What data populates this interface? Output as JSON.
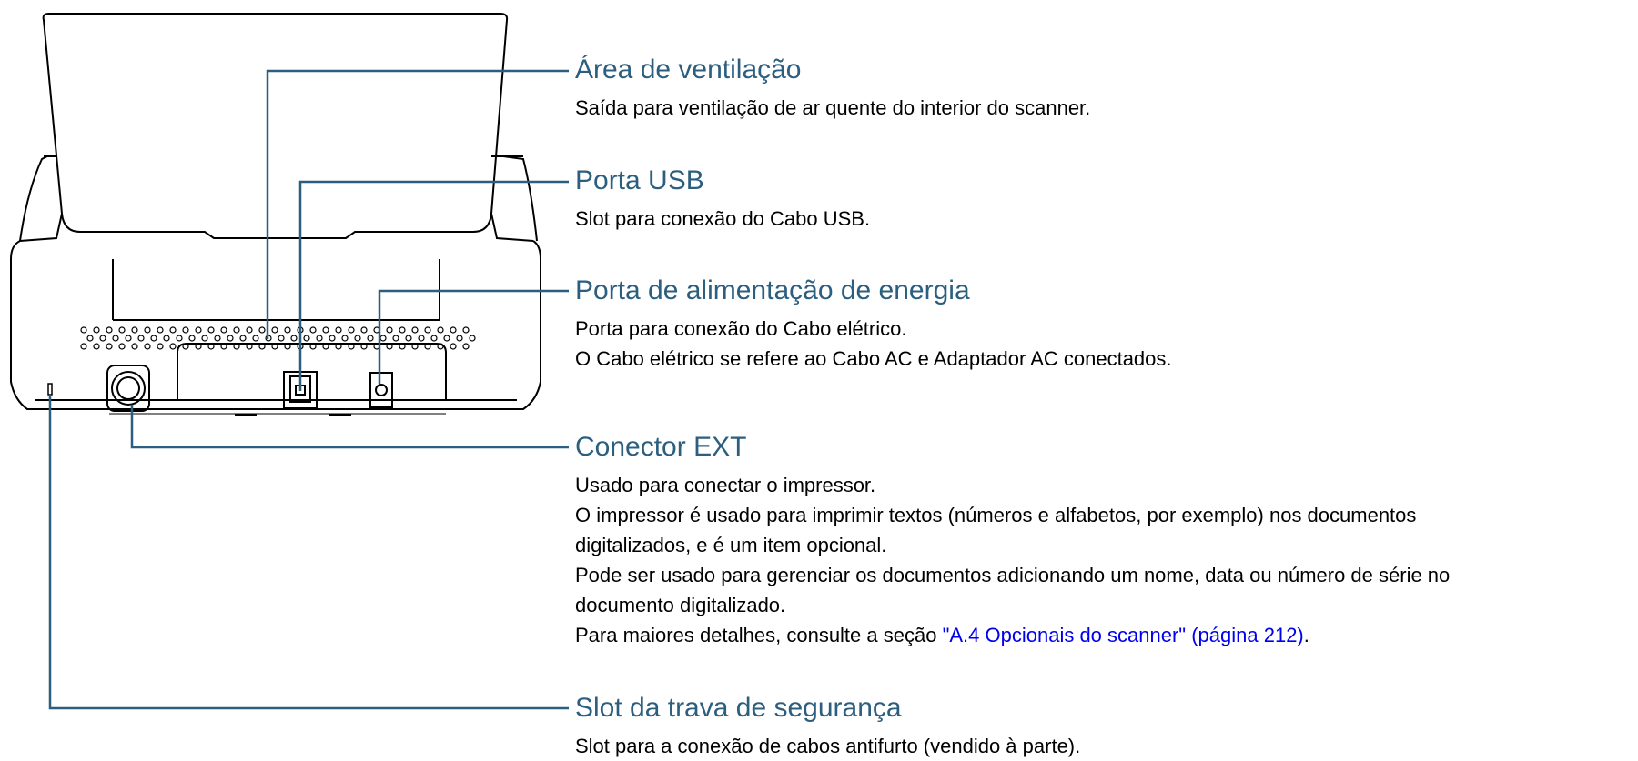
{
  "colors": {
    "title": "#2c5f7f",
    "leader_line": "#2c5f7f",
    "link": "#0000ee",
    "device_outline": "#000000"
  },
  "callouts": {
    "vent": {
      "title": "Área de ventilação",
      "lines": [
        "Saída para ventilação de ar quente do interior do scanner."
      ]
    },
    "usb": {
      "title": "Porta USB",
      "lines": [
        "Slot para conexão do Cabo USB."
      ]
    },
    "power": {
      "title": "Porta de alimentação de energia",
      "lines": [
        "Porta para conexão do Cabo elétrico.",
        "O Cabo elétrico se refere ao Cabo AC e Adaptador AC conectados."
      ]
    },
    "ext": {
      "title": "Conector EXT",
      "lines": [
        "Usado para conectar o impressor.",
        "O impressor é usado para imprimir textos (números e alfabetos, por exemplo) nos documentos",
        "digitalizados, e é um item opcional.",
        "Pode ser usado para gerenciar os documentos adicionando um nome, data ou número de série no",
        "documento digitalizado."
      ],
      "ref_prefix": "Para maiores detalhes, consulte a seção ",
      "ref_link": "\"A.4 Opcionais do scanner\" (página 212)",
      "ref_suffix": "."
    },
    "lock": {
      "title": "Slot da trava de segurança",
      "lines": [
        "Slot para a conexão de cabos antifurto (vendido à parte)."
      ]
    }
  }
}
